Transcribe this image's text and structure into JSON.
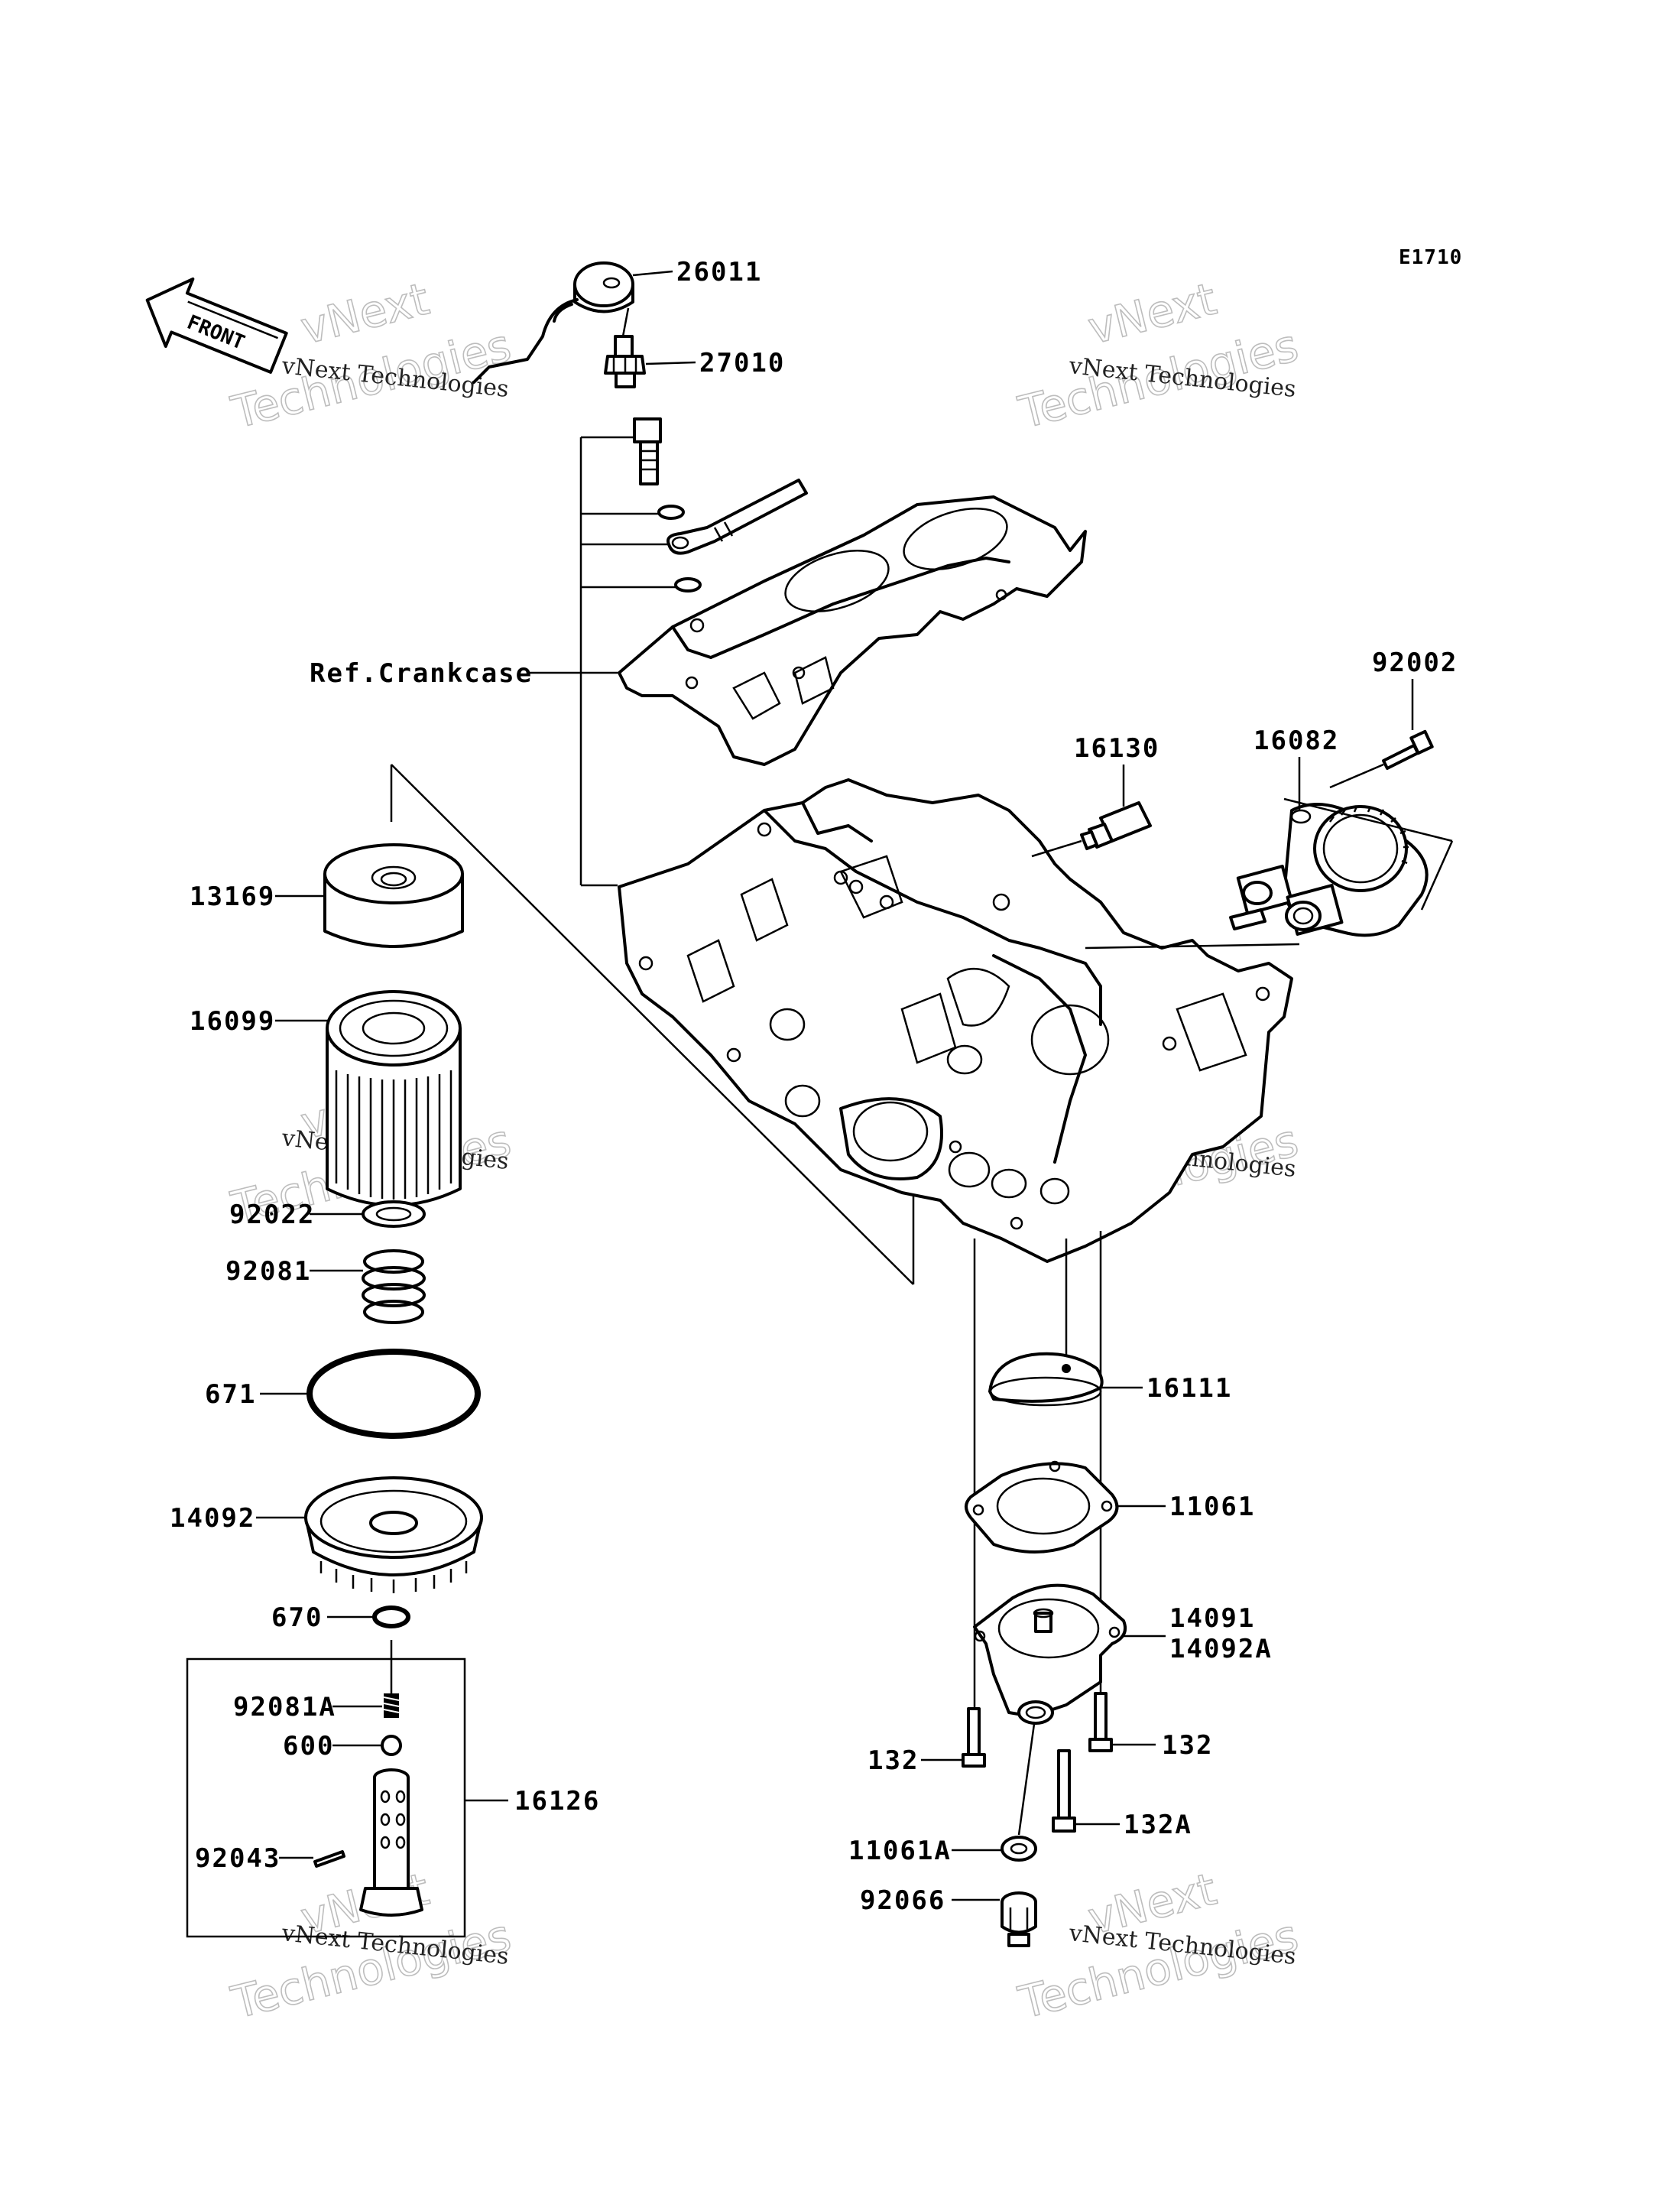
{
  "diagram_code": "E1710",
  "front_label": "FRONT",
  "ref_label": "Ref.Crankcase",
  "watermark": {
    "line1": "vNext Technologies",
    "line2_a": "vNext",
    "line2_b": "Technologies"
  },
  "parts": {
    "p26011": "26011",
    "p27010": "27010",
    "p92002": "92002",
    "p16082": "16082",
    "p16130": "16130",
    "p13169": "13169",
    "p16099": "16099",
    "p92022": "92022",
    "p92081": "92081",
    "p671": "671",
    "p14092": "14092",
    "p670": "670",
    "p92081A": "92081A",
    "p600": "600",
    "p16126": "16126",
    "p92043": "92043",
    "p16111": "16111",
    "p11061": "11061",
    "p14091": "14091",
    "p14092A": "14092A",
    "p132_left": "132",
    "p132_right": "132",
    "p132A": "132A",
    "p11061A": "11061A",
    "p92066": "92066"
  }
}
